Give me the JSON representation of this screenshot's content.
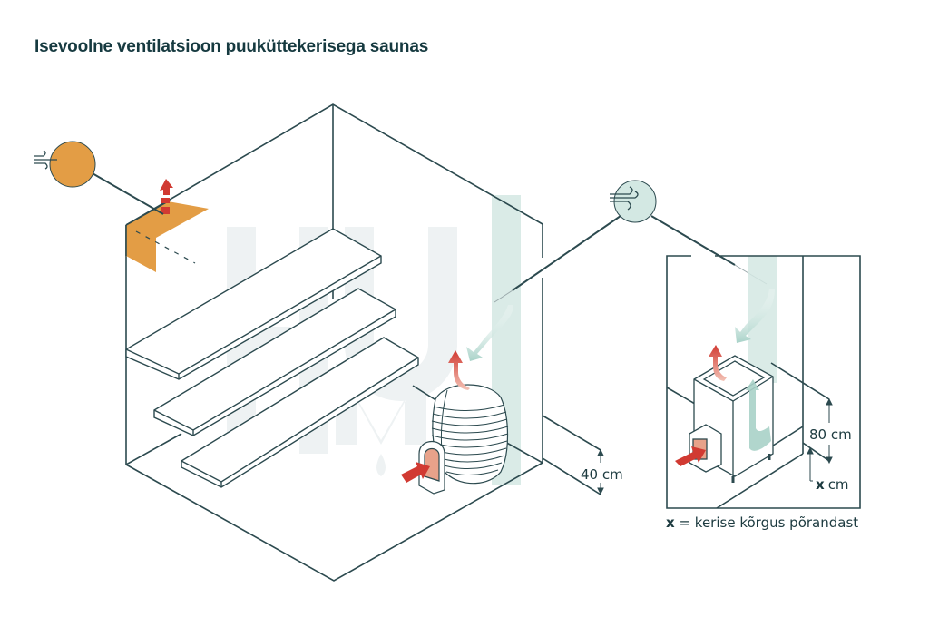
{
  "title": "Isevoolne ventilatsioon puuküttekerisega saunas",
  "colors": {
    "line": "#2c4a4f",
    "exhaust_vent": "#e39d45",
    "exhaust_arrow": "#d13a32",
    "fresh_air": "#d3e8e3",
    "fresh_air_arrow": "#a8d2c8",
    "heater_door": "#e8a28a",
    "watermark": "#eef2f3"
  },
  "icons": {
    "exhaust_callout": "wind-icon",
    "intake_callout": "wind-icon"
  },
  "main_room": {
    "heater_type": "round stone heater",
    "dimension_label": "40 cm"
  },
  "detail_view": {
    "heater_type": "box stove",
    "height_label": "80 cm",
    "x_label_var": "x",
    "x_label_unit": "cm",
    "caption_var": "x",
    "caption_text": "= kerise kõrgus põrandast"
  }
}
